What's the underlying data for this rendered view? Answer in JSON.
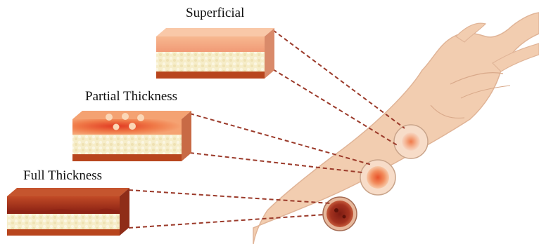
{
  "labels": {
    "superficial": "Superficial",
    "partial": "Partial Thickness",
    "full": "Full Thickness"
  },
  "colors": {
    "skin": "#f2cdb0",
    "skin_outline": "#e0b497",
    "dashed_line": "#9b3a2a",
    "superficial_top": "#f4a783",
    "partial_top": "#f07a48",
    "full_top": "#9b2c1c",
    "fat": "#f6edc9",
    "muscle": "#b8451d"
  },
  "icons": [
    "skin-section-superficial",
    "skin-section-partial",
    "skin-section-full",
    "arm-illustration",
    "burn-spot"
  ]
}
